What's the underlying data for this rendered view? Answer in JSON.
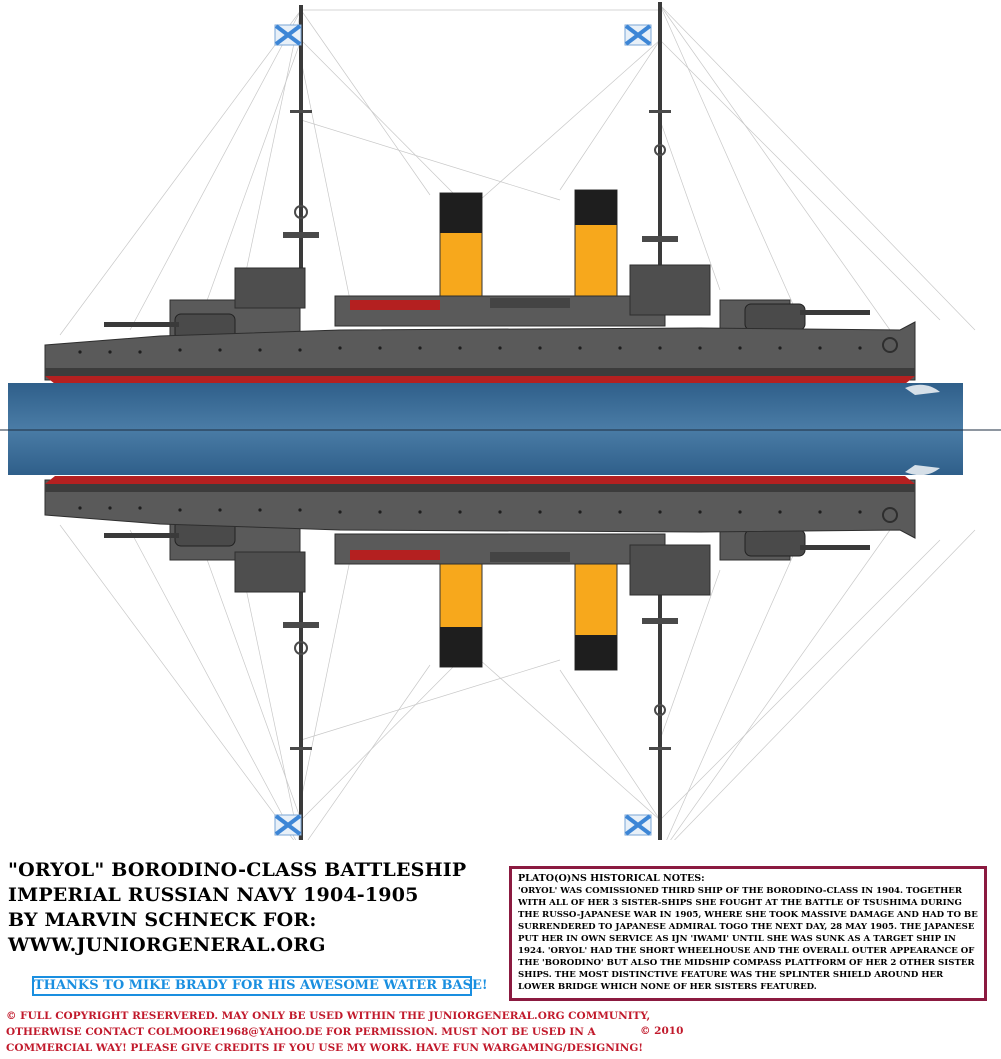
{
  "title": {
    "line1": "\"ORYOL\" BORODINO-CLASS BATTLESHIP",
    "line2": "IMPERIAL RUSSIAN NAVY 1904-1905",
    "line3": "BY MARVIN SCHNECK FOR:",
    "line4": "WWW.JUNIORGENERAL.ORG"
  },
  "thanks": "THANKS TO MIKE BRADY FOR HIS AWESOME WATER BASE!",
  "notes": {
    "heading": "PLATO(O)NS HISTORICAL NOTES:",
    "body": "'ORYOL' WAS COMISSIONED THIRD SHIP OF THE BORODINO-CLASS IN 1904. TOGETHER WITH ALL OF HER 3 SISTER-SHIPS SHE FOUGHT AT THE BATTLE OF TSUSHIMA DURING THE RUSSO-JAPANESE WAR IN 1905, WHERE SHE TOOK MASSIVE DAMAGE AND HAD TO BE SURRENDERED TO JAPANESE ADMIRAL TOGO THE NEXT DAY, 28 MAY 1905. THE JAPANESE PUT HER IN OWN SERVICE AS IJN 'IWAMI' UNTIL SHE WAS SUNK AS A TARGET SHIP IN 1924. 'ORYOL' HAD THE SHORT WHEELHOUSE AND THE OVERALL OUTER APPEARANCE OF THE 'BORODINO' BUT ALSO THE MIDSHIP COMPASS PLATTFORM OF HER 2 OTHER SISTER SHIPS. THE MOST DISTINCTIVE FEATURE WAS THE SPLINTER SHIELD AROUND HER LOWER BRIDGE WHICH NONE OF HER SISTERS FEATURED."
  },
  "copyright": {
    "line1": "© FULL COPYRIGHT RESERVERED. MAY ONLY BE USED WITHIN THE JUNIORGENERAL.ORG COMMUNITY,",
    "line2": "OTHERWISE CONTACT COLMOORE1968@YAHOO.DE FOR PERMISSION. MUST NOT BE USED IN A",
    "line3": "COMMERCIAL WAY! PLEASE GIVE CREDITS IF YOU USE MY WORK. HAVE FUN WARGAMING/DESIGNING!",
    "year": "© 2010"
  },
  "colors": {
    "hull": "#5a5a5a",
    "hull_dark": "#3c3c3c",
    "funnel_yellow": "#f7a81c",
    "funnel_black": "#1e1e1e",
    "boot_topping": "#b42020",
    "water": "#3e6f9a",
    "flag_blue": "#3d86d6",
    "notes_border": "#8b1a40",
    "thanks_border": "#1a8fe0",
    "copyright_red": "#c1192b"
  }
}
